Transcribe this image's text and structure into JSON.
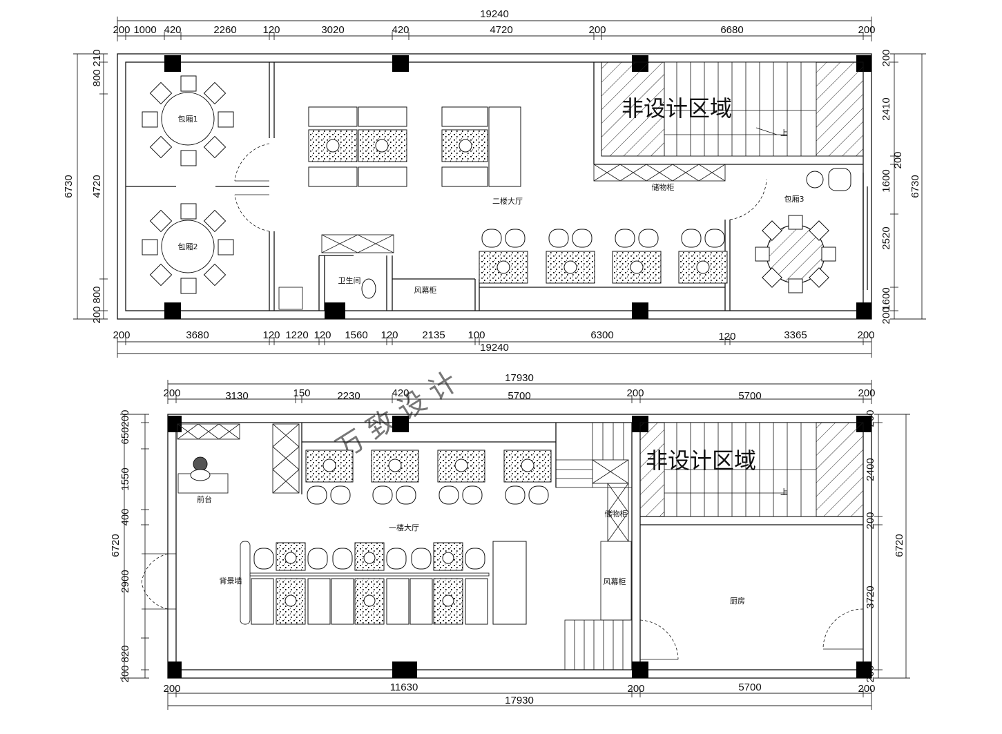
{
  "watermark": "万 致 设 计",
  "floor2": {
    "top_dims": [
      "19240",
      "200",
      "1000",
      "420",
      "2260",
      "120",
      "3020",
      "420",
      "4720",
      "200",
      "6680",
      "200"
    ],
    "bottom_dims": [
      "19240",
      "200",
      "3680",
      "120",
      "1220",
      "120",
      "1560",
      "120",
      "2135",
      "100",
      "6300",
      "120",
      "3365",
      "200"
    ],
    "left_dims": [
      "6730",
      "210",
      "800",
      "4720",
      "800",
      "200"
    ],
    "right_dims": [
      "6730",
      "200",
      "2410",
      "200",
      "1600",
      "2520",
      "1600",
      "200"
    ],
    "rooms": {
      "private1": "包厢1",
      "private2": "包厢2",
      "private3": "包厢3",
      "hall": "二楼大厅",
      "storage": "储物柜",
      "toilet": "卫生间",
      "air_curtain": "风幕柜",
      "non_design": "非设计区域",
      "up": "上"
    }
  },
  "floor1": {
    "top_dims": [
      "17930",
      "200",
      "3130",
      "150",
      "2230",
      "420",
      "5700",
      "200",
      "5700",
      "200"
    ],
    "bottom_dims": [
      "17930",
      "200",
      "11630",
      "200",
      "5700",
      "200"
    ],
    "left_dims": [
      "6720",
      "200",
      "650",
      "1550",
      "400",
      "2900",
      "820",
      "200"
    ],
    "right_dims": [
      "6720",
      "200",
      "2400",
      "200",
      "3720",
      "200"
    ],
    "rooms": {
      "front_desk": "前台",
      "hall": "一楼大厅",
      "bg_wall": "背景墙",
      "storage": "储物柜",
      "air_curtain": "风幕柜",
      "kitchen": "厨房",
      "non_design": "非设计区域",
      "up": "上"
    }
  }
}
